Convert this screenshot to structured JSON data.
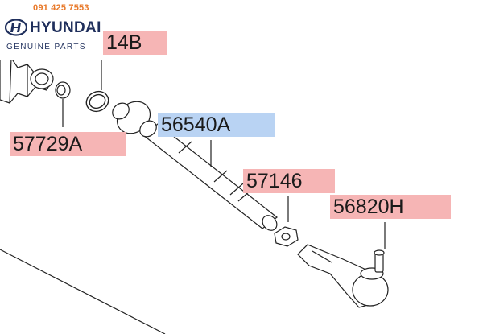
{
  "branding": {
    "phone": "091 425 7553",
    "brand_name": "HYUNDAI",
    "tagline": "GENUINE PARTS",
    "brand_color": "#1f2f5c",
    "phone_color": "#e8792a"
  },
  "callouts": [
    {
      "id": "14B",
      "label": "14B",
      "highlight": "#f6b5b5"
    },
    {
      "id": "57729A",
      "label": "57729A",
      "highlight": "#f6b5b5"
    },
    {
      "id": "56540A",
      "label": "56540A",
      "highlight": "#b9d3f3"
    },
    {
      "id": "57146",
      "label": "57146",
      "highlight": "#f6b5b5"
    },
    {
      "id": "56820H",
      "label": "56820H",
      "highlight": "#f6b5b5"
    }
  ],
  "parts": [
    "bellows-boot",
    "band-clip",
    "o-ring",
    "inner-tie-rod",
    "lock-nut",
    "tie-rod-end"
  ]
}
